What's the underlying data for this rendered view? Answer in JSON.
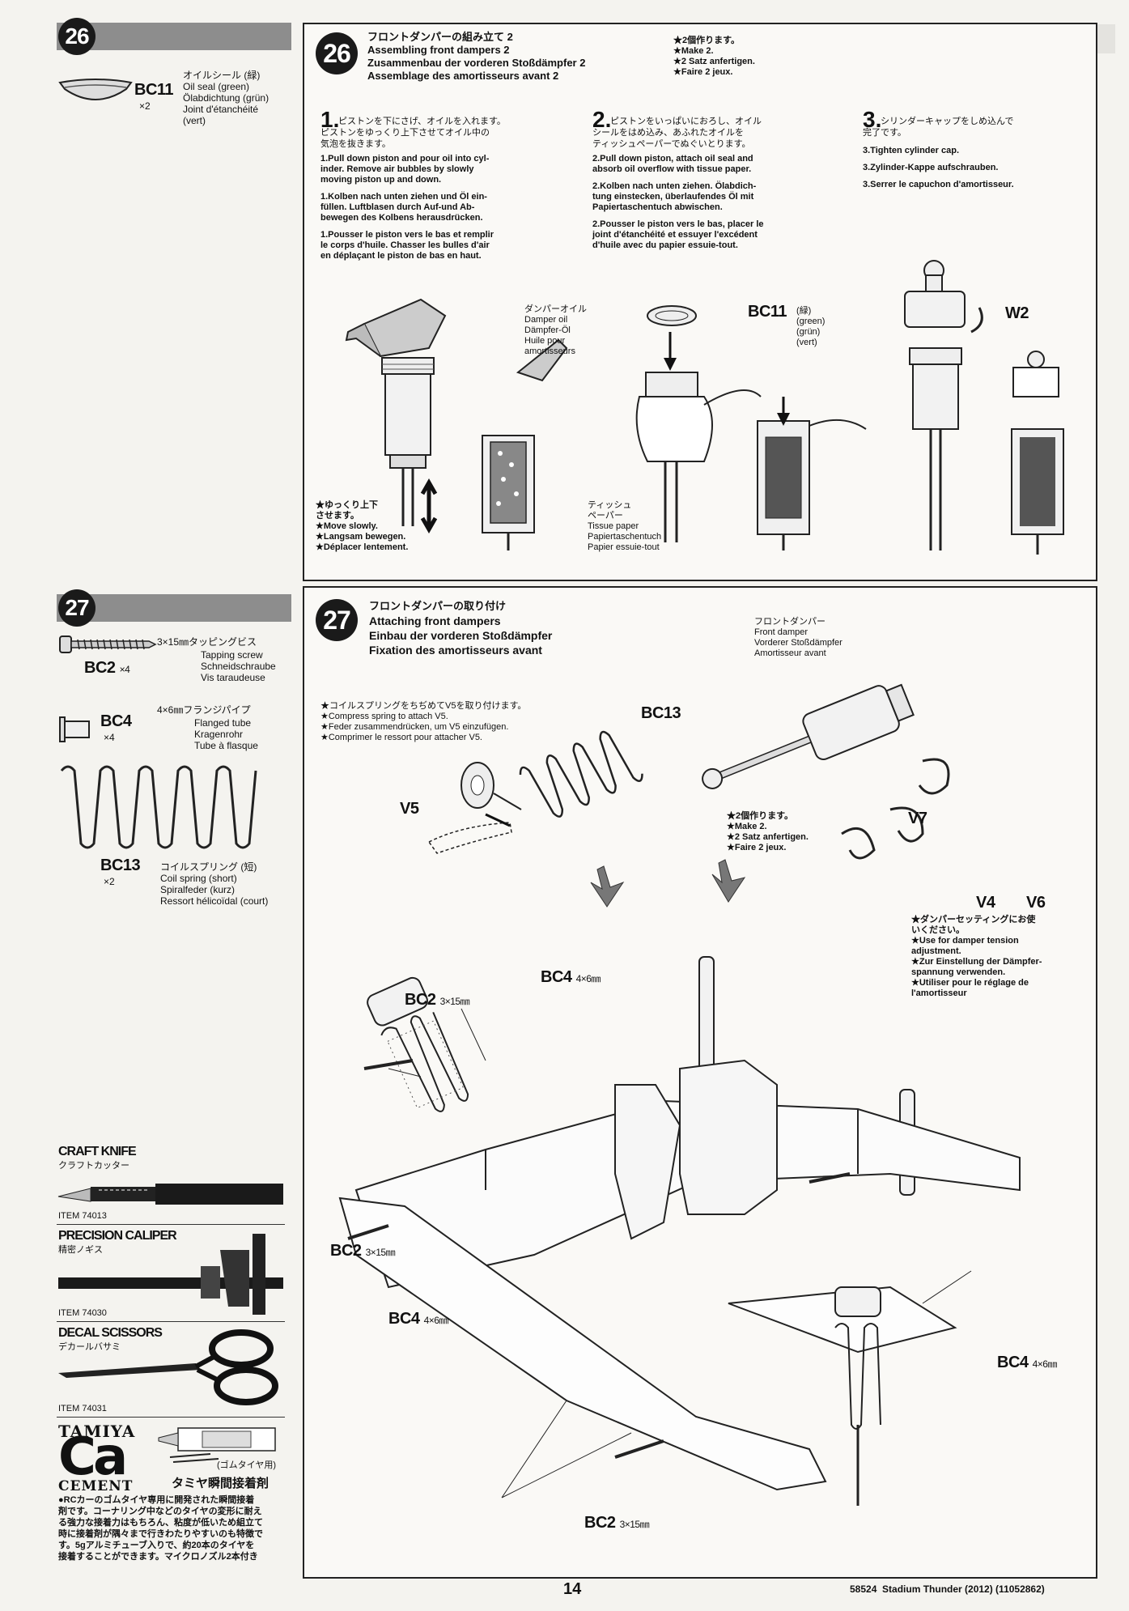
{
  "steps": {
    "s26": {
      "num": "26",
      "part": {
        "code": "BC11",
        "qty": "×2",
        "labels": [
          "オイルシール (緑)",
          "Oil seal (green)",
          "Ölabdichtung (grün)",
          "Joint d'étanchéité",
          "(vert)"
        ]
      },
      "title": [
        "フロントダンパーの組み立て 2",
        "Assembling front dampers 2",
        "Zusammenbau der vorderen Stoßdämpfer 2",
        "Assemblage des amortisseurs avant 2"
      ],
      "make": [
        "★2個作ります。",
        "★Make 2.",
        "★2 Satz anfertigen.",
        "★Faire 2 jeux."
      ],
      "sub1": {
        "num": "1.",
        "jp": [
          "ピストンを下にさげ、オイルを入れます。",
          "ピストンをゆっくり上下させてオイル中の",
          "気泡を抜きます。"
        ],
        "en": [
          "1.Pull down piston and pour oil into cyl-",
          "inder. Remove air bubbles by slowly",
          "moving piston up and down."
        ],
        "de": [
          "1.Kolben nach unten ziehen und Öl ein-",
          "füllen. Luftblasen durch Auf-und Ab-",
          "bewegen des Kolbens herausdrücken."
        ],
        "fr": [
          "1.Pousser le piston vers le bas et remplir",
          "le corps d'huile. Chasser les bulles d'air",
          "en déplaçant le piston de bas en haut."
        ]
      },
      "sub2": {
        "num": "2.",
        "jp": [
          "ピストンをいっぱいにおろし、オイル",
          "シールをはめ込み、あふれたオイルを",
          "ティッシュペーパーでぬぐいとります。"
        ],
        "en": [
          "2.Pull down piston, attach oil seal and",
          "absorb oil overflow with tissue paper."
        ],
        "de": [
          "2.Kolben nach unten ziehen. Ölabdich-",
          "tung einstecken, überlaufendes Öl mit",
          "Papiertaschentuch abwischen."
        ],
        "fr": [
          "2.Pousser le piston vers le bas, placer le",
          "joint d'étanchéité et essuyer l'excédent",
          "d'huile avec du papier essuie-tout."
        ]
      },
      "sub3": {
        "num": "3.",
        "jp": [
          "シリンダーキャップをしめ込んで",
          "完了です。"
        ],
        "en": "3.Tighten cylinder cap.",
        "de": "3.Zylinder-Kappe aufschrauben.",
        "fr": "3.Serrer le capuchon d'amortisseur."
      },
      "oil": [
        "ダンパーオイル",
        "Damper oil",
        "Dämpfer-Öl",
        "Huile pour",
        "amortisseurs"
      ],
      "bc11": {
        "code": "BC11",
        "labels": [
          "(緑)",
          "(green)",
          "(grün)",
          "(vert)"
        ]
      },
      "w2": "W2",
      "slow": [
        "★ゆっくり上下",
        "させます。",
        "★Move slowly.",
        "★Langsam bewegen.",
        "★Déplacer lentement."
      ],
      "tissue": [
        "ティッシュ",
        "ペーパー",
        "Tissue paper",
        "Papiertaschentuch",
        "Papier essuie-tout"
      ]
    },
    "s27": {
      "num": "27",
      "parts": [
        {
          "code": "BC2",
          "qty": "×4",
          "size": "3×15㎜タッピングビス",
          "labels": [
            "Tapping screw",
            "Schneidschraube",
            "Vis taraudeuse"
          ]
        },
        {
          "code": "BC4",
          "qty": "×4",
          "size": "4×6㎜フランジパイプ",
          "labels": [
            "Flanged tube",
            "Kragenrohr",
            "Tube à flasque"
          ]
        },
        {
          "code": "BC13",
          "qty": "×2",
          "size": "コイルスプリング (短)",
          "labels": [
            "Coil spring (short)",
            "Spiralfeder (kurz)",
            "Ressort hélicoïdal (court)"
          ]
        }
      ],
      "title": [
        "フロントダンパーの取り付け",
        "Attaching front dampers",
        "Einbau der vorderen Stoßdämpfer",
        "Fixation des amortisseurs avant"
      ],
      "compress": [
        "★コイルスプリングをちぢめてV5を取り付けます。",
        "★Compress spring to attach V5.",
        "★Feder zusammendrücken, um V5 einzufügen.",
        "★Comprimer le ressort pour attacher V5."
      ],
      "front_damper": [
        "フロントダンパー",
        "Front damper",
        "Vorderer Stoßdämpfer",
        "Amortisseur avant"
      ],
      "make": [
        "★2個作ります。",
        "★Make 2.",
        "★2 Satz anfertigen.",
        "★Faire 2 jeux."
      ],
      "adjust": [
        "★ダンパーセッティングにお使",
        "いください。",
        "★Use for damper tension",
        "adjustment.",
        "★Zur Einstellung der Dämpfer-",
        "spannung verwenden.",
        "★Utiliser pour le réglage de",
        "l'amortisseur"
      ],
      "callouts": {
        "bc13": "BC13",
        "v5": "V5",
        "v7": "V7",
        "v4": "V4",
        "v6": "V6",
        "bc4": "BC4",
        "bc2": "BC2",
        "bc4_size": "4×6㎜",
        "bc2_size": "3×15㎜"
      }
    }
  },
  "tools": {
    "craft": {
      "name": "CRAFT KNIFE",
      "jp": "クラフトカッター",
      "item": "ITEM 74013"
    },
    "caliper": {
      "name": "PRECISION CALIPER",
      "jp": "精密ノギス",
      "item": "ITEM 74030"
    },
    "scissors": {
      "name": "DECAL SCISSORS",
      "jp": "デカールバサミ",
      "item": "ITEM 74031"
    },
    "cement": {
      "brand": "TAMIYA",
      "logo": "Ca",
      "sub": "CEMENT",
      "jp_note": "(ゴムタイヤ用)",
      "jp_name": "タミヤ瞬間接着剤",
      "desc": [
        "●RCカーのゴムタイヤ専用に開発された瞬間接着",
        "剤です。コーナリング中などのタイヤの変形に耐え",
        "る強力な接着力はもちろん、粘度が低いため組立て",
        "時に接着剤が隅々まで行きわたりやすいのも特徴で",
        "す。5gアルミチューブ入りで、約20本のタイヤを",
        "接着することができます。マイクロノズル2本付き"
      ]
    }
  },
  "footer": {
    "page": "14",
    "id": "58524  Stadium Thunder (2012) (11052862)"
  }
}
